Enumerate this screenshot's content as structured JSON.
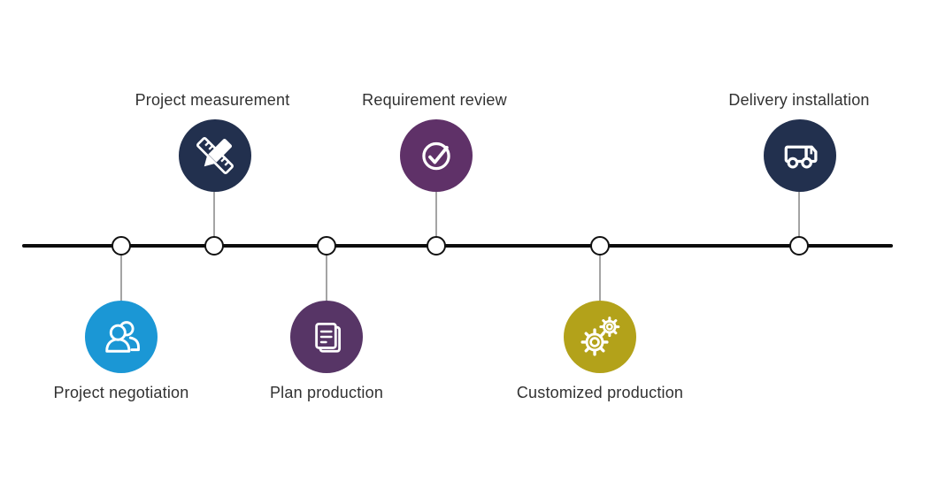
{
  "colors": {
    "timeline_line": "#0d0d0d",
    "node_fill": "#ffffff",
    "node_border": "#111111",
    "connector": "#4a4a4a",
    "label_text": "#313131",
    "icon_stroke": "#ffffff",
    "blue": "#1b97d5",
    "navy": "#22304e",
    "plum": "#573566",
    "purple": "#5f3168",
    "gold": "#b3a21a"
  },
  "timeline": {
    "milestones": [
      {
        "label": "Project negotiation",
        "icon": "people-icon",
        "color": "#1b97d5",
        "side": "below"
      },
      {
        "label": "Project measurement",
        "icon": "ruler-pencil-icon",
        "color": "#22304e",
        "side": "above"
      },
      {
        "label": "Plan production",
        "icon": "document-icon",
        "color": "#573566",
        "side": "below"
      },
      {
        "label": "Requirement review",
        "icon": "check-circle-icon",
        "color": "#5f3168",
        "side": "above"
      },
      {
        "label": "Customized production",
        "icon": "gears-icon",
        "color": "#b3a21a",
        "side": "below"
      },
      {
        "label": "Delivery installation",
        "icon": "truck-icon",
        "color": "#22304e",
        "side": "above"
      }
    ]
  }
}
